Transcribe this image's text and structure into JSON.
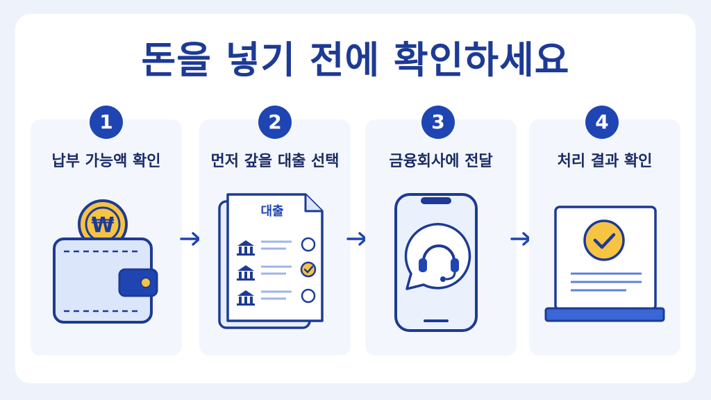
{
  "title": "돈을 넣기 전에 확인하세요",
  "steps": [
    {
      "number": "1",
      "label": "납부 가능액 확인",
      "icon": "wallet-won-coin-icon"
    },
    {
      "number": "2",
      "label": "먼저 갚을 대출 선택",
      "icon": "loan-document-checklist-icon",
      "doc_title": "대출"
    },
    {
      "number": "3",
      "label": "금융회사에 전달",
      "icon": "phone-headset-icon"
    },
    {
      "number": "4",
      "label": "처리 결과 확인",
      "icon": "laptop-check-icon"
    }
  ],
  "coin_symbol": "₩",
  "colors": {
    "primary": "#1f45b3",
    "navy": "#1d3a94",
    "accent_yellow": "#f6c343",
    "light_blue": "#dbe6fb",
    "card_bg": "#f3f7fd"
  }
}
